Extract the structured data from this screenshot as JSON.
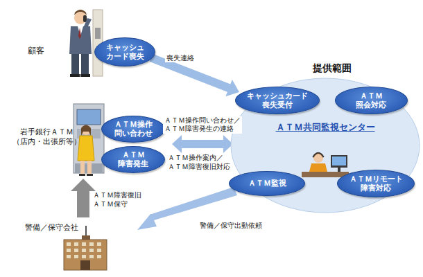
{
  "diagram": {
    "nodes": [
      {
        "text": [
          "キャッシュ カード喪失"
        ]
      },
      {
        "text": [
          "ＡＴＭ操作 問い合わせ"
        ]
      },
      {
        "text": [
          "ＡＴＭ 障害発生"
        ]
      },
      {
        "text": [
          "提供範囲",
          "ＡＴＭ共同監視センター"
        ]
      },
      {
        "text": [
          "キャッシュカード 喪失受付"
        ],
        "in": 3
      },
      {
        "text": [
          "ＡＴＭ 照会対応"
        ],
        "in": 3
      },
      {
        "text": [
          "ＡＴＭ監視"
        ],
        "in": 3
      },
      {
        "text": [
          "ＡＴＭリモート 障害対応"
        ],
        "in": 3
      }
    ],
    "edges": [
      {
        "from": 0,
        "to": 4,
        "label": "喪失連絡",
        "arrow": "to"
      },
      {
        "from": 1,
        "to": 3,
        "label": "ＡＴＭ操作問い合わせ／ ＡＴＭ障害発生の連絡",
        "arrow": "both"
      }
    ],
    "labels": [
      "顧客",
      "岩手銀行ＡＴＭ （店内・出張所等）",
      "ＡＴＭ操作案内／ ＡＴＭ障害復旧対応",
      "ＡＴＭ障害復旧 ＡＴＭ保守",
      "警備／保守出動依頼",
      "警備／保守会社"
    ]
  }
}
